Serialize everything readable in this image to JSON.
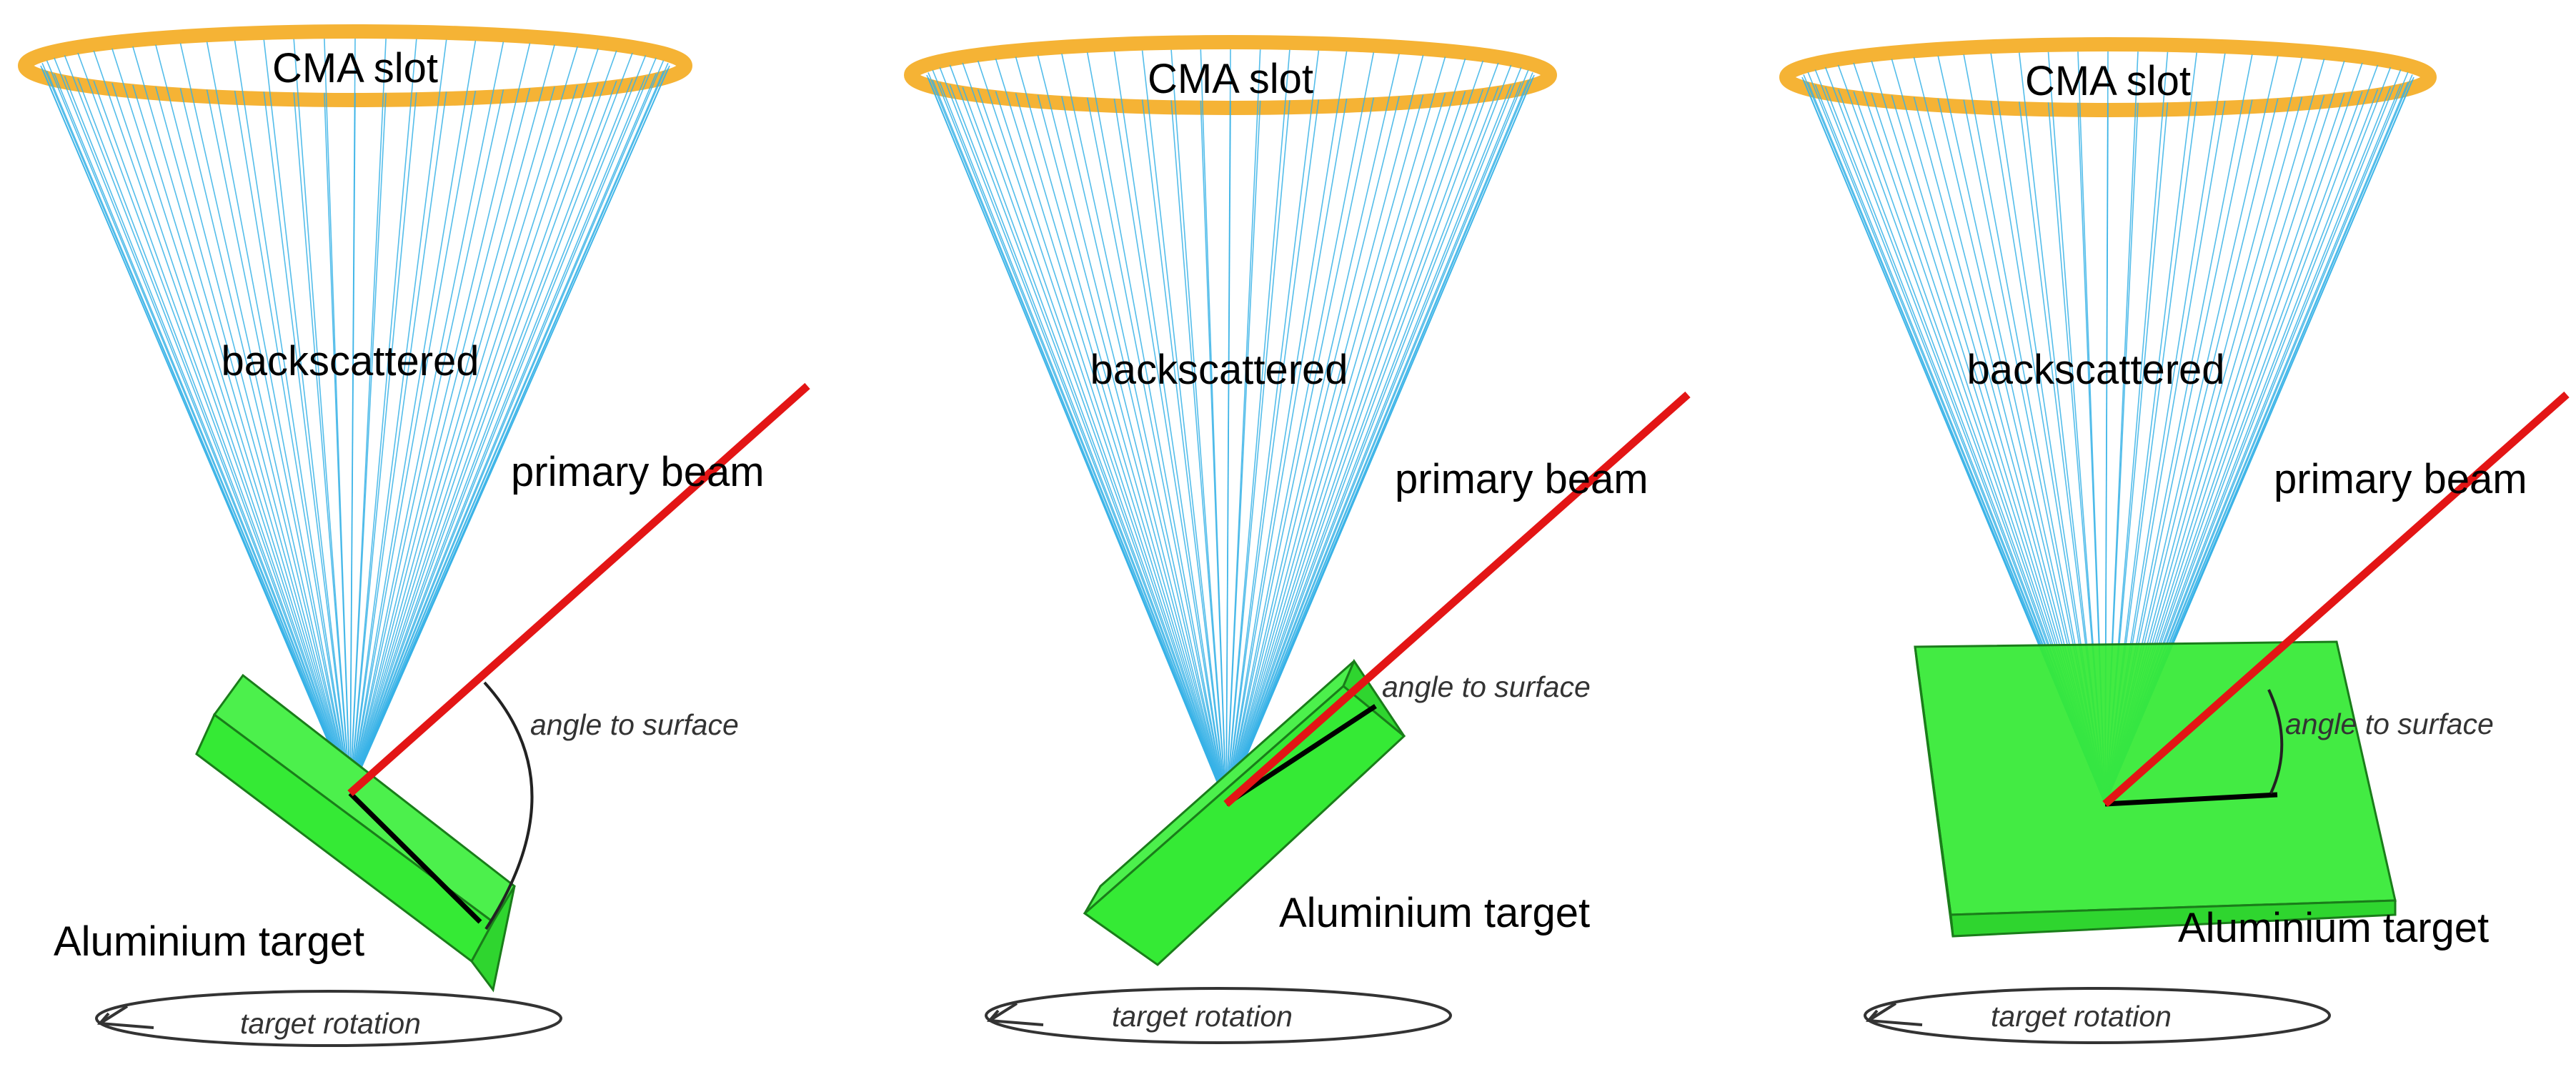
{
  "colors": {
    "slot_ring": "#f5b335",
    "cone_lines": "#36b2e6",
    "beam": "#e31515",
    "target": "#35ea35",
    "target_edge": "#1a7d1a",
    "angle_arc": "#222222",
    "surface_line": "#000000"
  },
  "panels": [
    {
      "slot_label": "CMA slot",
      "scatter_label": "backscattered",
      "beam_label": "primary beam",
      "angle_label": "angle to surface",
      "target_label": "Aluminium target",
      "rotation_label": "target rotation"
    },
    {
      "slot_label": "CMA slot",
      "scatter_label": "backscattered",
      "beam_label": "primary beam",
      "angle_label": "angle to surface",
      "target_label": "Aluminium target",
      "rotation_label": "target rotation"
    },
    {
      "slot_label": "CMA slot",
      "scatter_label": "backscattered",
      "beam_label": "primary beam",
      "angle_label": "angle to surface",
      "target_label": "Aluminium target",
      "rotation_label": "target rotation"
    }
  ]
}
